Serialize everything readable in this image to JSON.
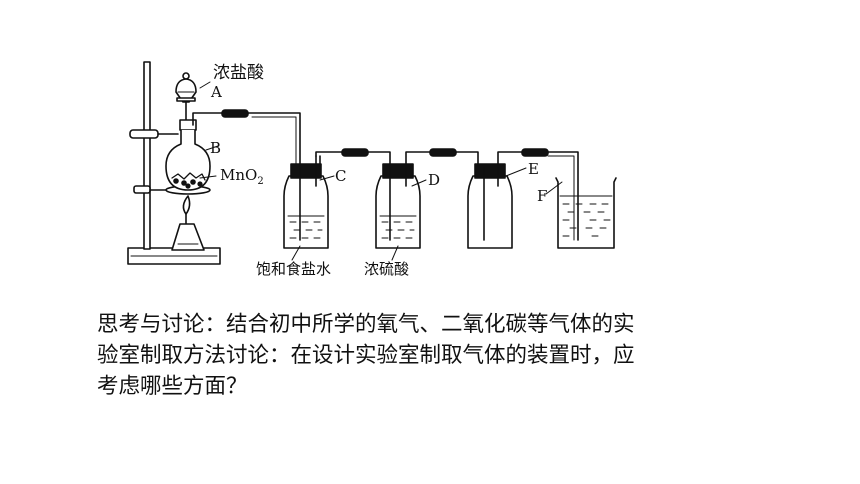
{
  "diagram": {
    "labels": {
      "conc_hcl": "浓盐酸",
      "a": "A",
      "b": "B",
      "mno2": "MnO",
      "mno2_sub": "2",
      "c": "C",
      "d": "D",
      "e": "E",
      "f": "F",
      "saturated_brine": "饱和食盐水",
      "conc_h2so4": "浓硫酸"
    }
  },
  "question": {
    "lines": [
      "思考与讨论：结合初中所学的氧气、二氧化碳等气体的实",
      "验室制取方法讨论：在设计实验室制取气体的装置时，应",
      "考虑哪些方面？"
    ]
  }
}
